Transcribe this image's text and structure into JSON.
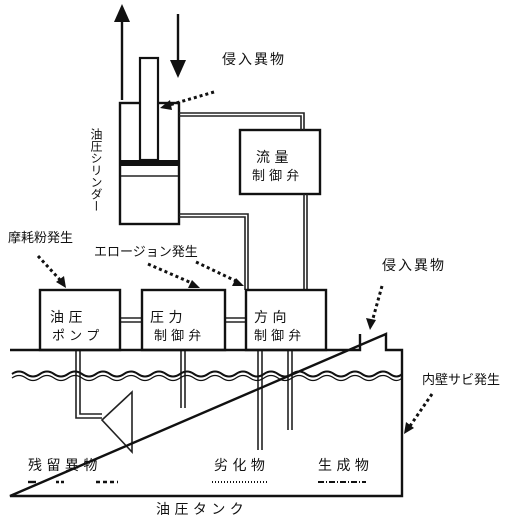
{
  "labels": {
    "intrusion_top": "侵入異物",
    "intrusion_right": "侵入異物",
    "cylinder": "油圧シリンダー",
    "flow_valve_1": "流 量",
    "flow_valve_2": "制 御 弁",
    "wear_powder": "摩耗粉発生",
    "erosion": "エロージョン発生",
    "pump_1": "油 圧",
    "pump_2": "ポ ン プ",
    "pressure_valve_1": "圧 力",
    "pressure_valve_2": "制 御 弁",
    "direction_valve_1": "方 向",
    "direction_valve_2": "制 御 弁",
    "rust": "内壁サビ発生",
    "residue": "残 留 異 物",
    "degradation": "劣 化 物",
    "product": "生 成 物",
    "tank": "油 圧 タ ン ク"
  }
}
